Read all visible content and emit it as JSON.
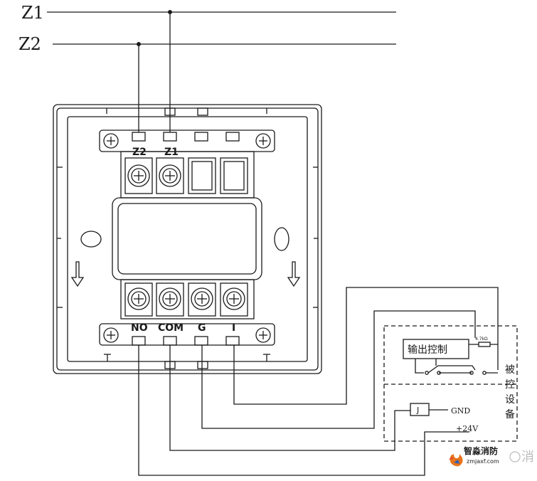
{
  "bus": {
    "z1": "Z1",
    "z2": "Z2"
  },
  "terminals_top": [
    "Z2",
    "Z1"
  ],
  "terminals_bottom": [
    "NO",
    "COM",
    "G",
    "I"
  ],
  "panel": {
    "output_control": "输出控制",
    "resistor": "4.7kΩ",
    "gnd": "GND",
    "v24": "+24V",
    "controlled_device": [
      "被",
      "控",
      "设",
      "备"
    ]
  },
  "watermark": {
    "brand": "智淼消防",
    "url": "zmjaxf.com",
    "side_text": "消"
  },
  "colors": {
    "line": "#1a1a1a",
    "logo_orange": "#e8731b",
    "logo_red": "#d9342b",
    "logo_blue": "#2b62b8"
  }
}
